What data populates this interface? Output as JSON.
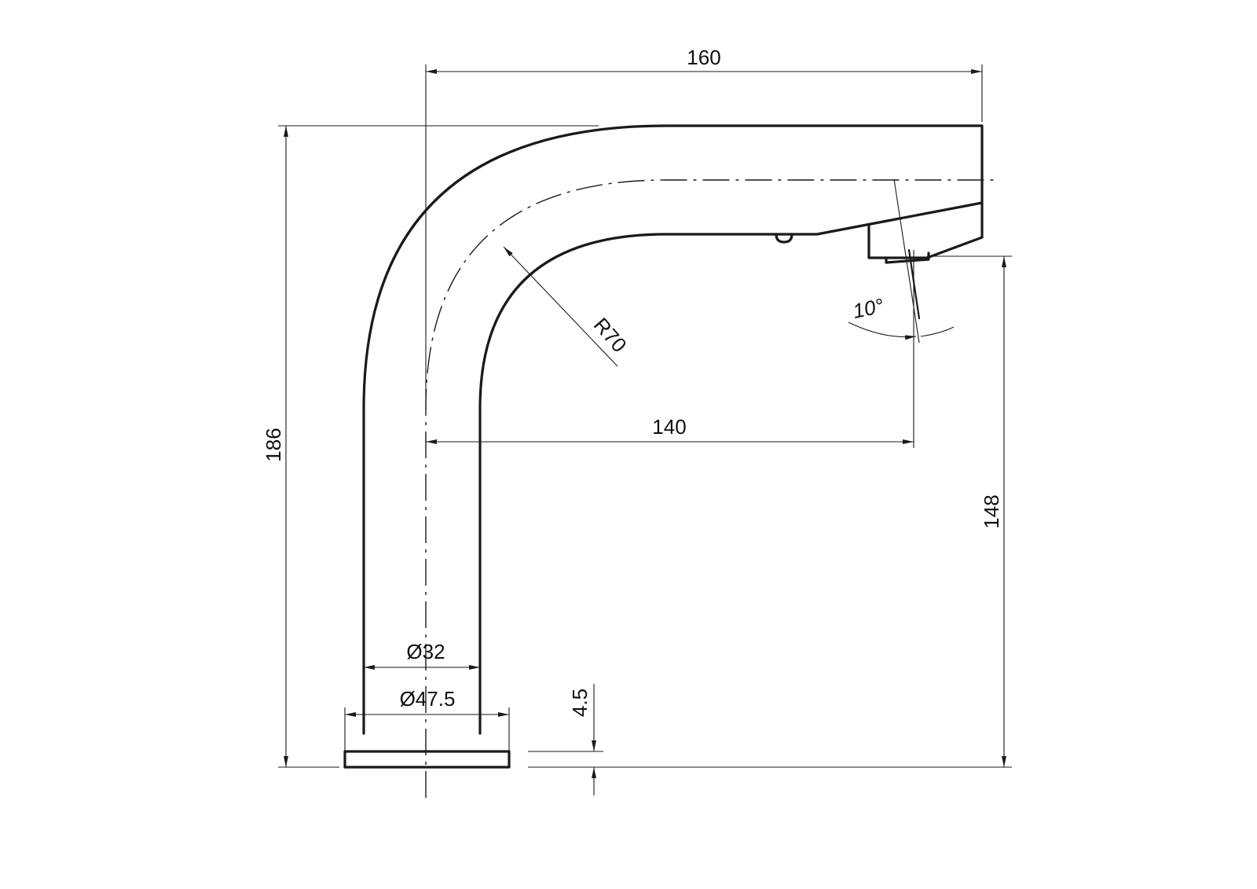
{
  "dimensions": {
    "overall_width": "160",
    "overall_height": "186",
    "spout_height": "148",
    "projection": "140",
    "bend_radius": "R70",
    "outlet_angle": "10°",
    "tube_diameter": "Ø32",
    "base_diameter": "Ø47.5",
    "base_thickness": "4.5"
  }
}
